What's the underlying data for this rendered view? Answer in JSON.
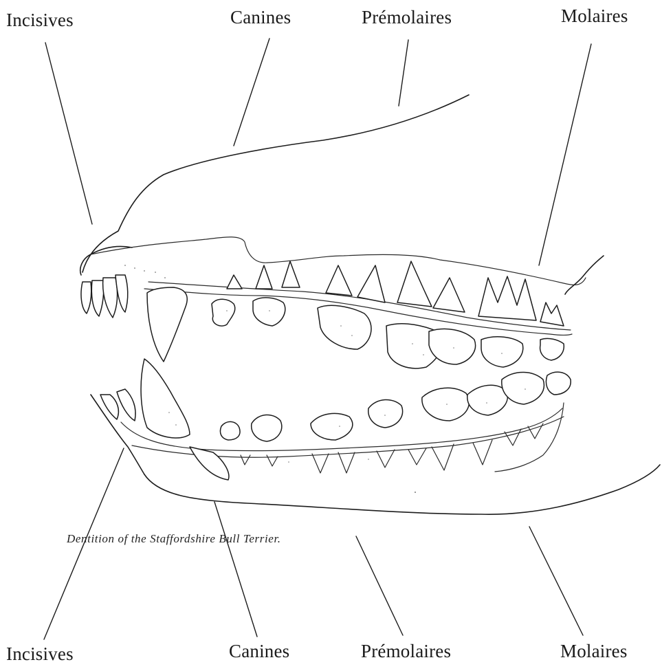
{
  "labels": {
    "top": {
      "incisives": "Incisives",
      "canines": "Canines",
      "premolaires": "Prémolaires",
      "molaires": "Molaires"
    },
    "bottom": {
      "incisives": "Incisives",
      "canines": "Canines",
      "premolaires": "Prémolaires",
      "molaires": "Molaires"
    }
  },
  "caption": "Dentition of the Staffordshire Bull Terrier."
}
